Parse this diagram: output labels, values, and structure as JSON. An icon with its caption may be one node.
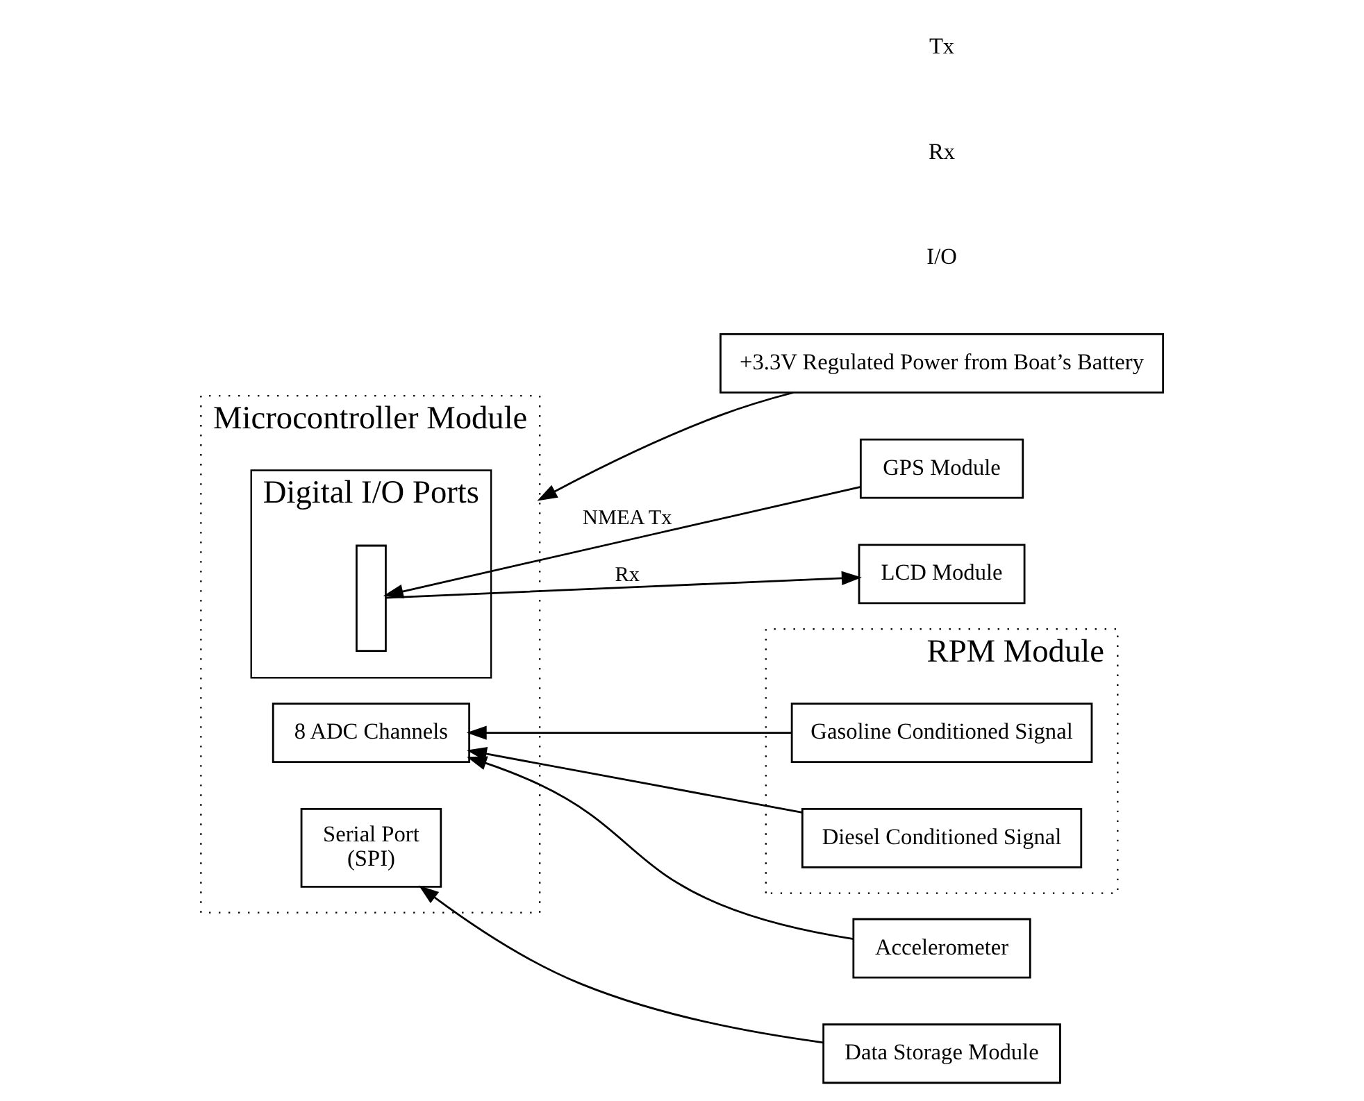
{
  "diagram": {
    "nodes": [
      {
        "text": [
          "+3.3V Regulated Power from Boat’s Battery"
        ]
      },
      {
        "text": [
          "Microcontroller Module"
        ]
      },
      {
        "text": [
          "Digital I/O Ports"
        ],
        "in": 1
      },
      {
        "text": [],
        "shape": "box",
        "in": 2
      },
      {
        "text": [
          "8 ADC Channels"
        ],
        "in": 1
      },
      {
        "text": [
          "Serial Port",
          "(SPI)"
        ],
        "in": 1
      },
      {
        "text": [
          "GPS Module"
        ]
      },
      {
        "text": [
          "LCD Module"
        ]
      },
      {
        "text": [
          "RPM Module"
        ]
      },
      {
        "text": [
          "Gasoline Conditioned Signal"
        ],
        "in": 8
      },
      {
        "text": [
          "Diesel Conditioned Signal"
        ],
        "in": 8
      },
      {
        "text": [
          "Accelerometer"
        ]
      },
      {
        "text": [
          "Data Storage Module"
        ]
      }
    ],
    "edges": [
      {
        "from": 0,
        "to": 1,
        "arrow": "to"
      },
      {
        "from": 6,
        "to": 3,
        "arrow": "to",
        "label": "NMEA Tx"
      },
      {
        "from": 3,
        "to": 7,
        "arrow": "to",
        "label": "Rx"
      },
      {
        "from": 9,
        "to": 4,
        "arrow": "to"
      },
      {
        "from": 10,
        "to": 4,
        "arrow": "to"
      },
      {
        "from": 11,
        "to": 4,
        "arrow": "to"
      },
      {
        "from": 12,
        "to": 5,
        "arrow": "to"
      }
    ],
    "labels": [
      "I/O",
      "Rx",
      "Tx"
    ]
  }
}
